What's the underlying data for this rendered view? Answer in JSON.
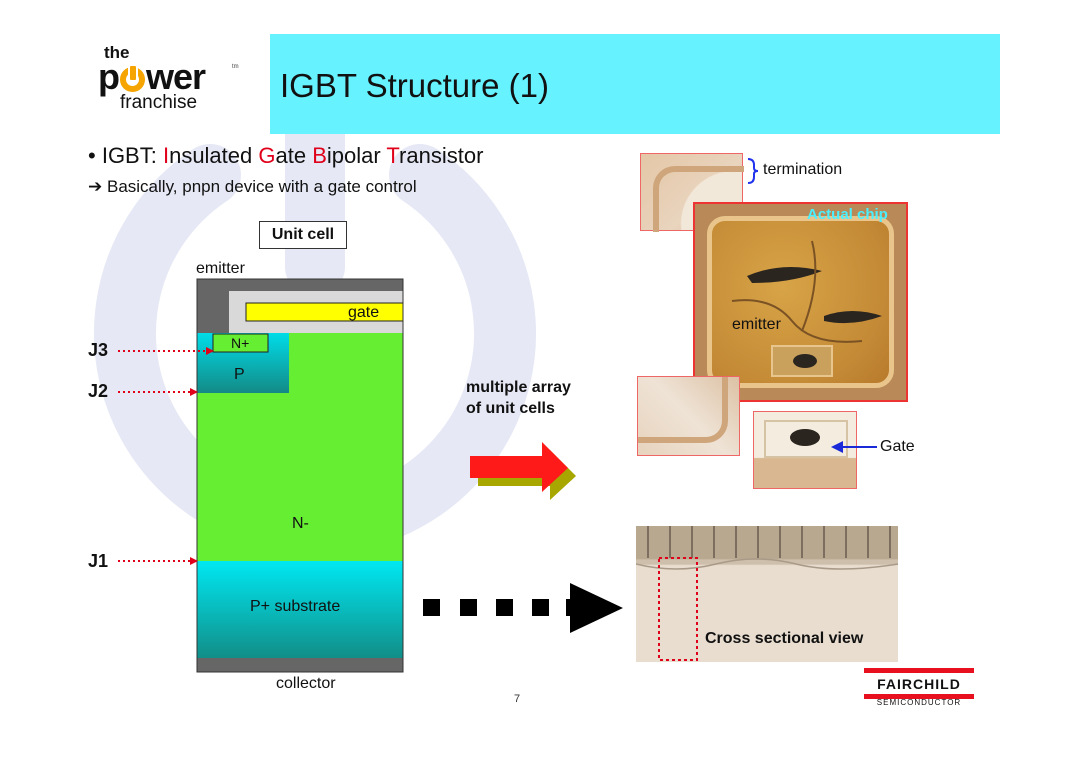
{
  "logo": {
    "the": "the",
    "power_prefix": "p",
    "power_suffix": "wer",
    "tm": "tm",
    "franchise": "franchise"
  },
  "title": "IGBT Structure (1)",
  "bullet1": {
    "marker": "•",
    "prefix": "IGBT: ",
    "parts": [
      {
        "initial": "I",
        "rest": "nsulated "
      },
      {
        "initial": "G",
        "rest": "ate "
      },
      {
        "initial": "B",
        "rest": "ipolar "
      },
      {
        "initial": "T",
        "rest": "ransistor"
      }
    ]
  },
  "bullet2": {
    "arrow": "➔",
    "text": "Basically, pnpn device with a gate control"
  },
  "cell": {
    "unit_cell": "Unit cell",
    "emitter": "emitter",
    "gate": "gate",
    "n_plus": "N+",
    "p": "P",
    "n_minus": "N-",
    "p_substrate": "P+ substrate",
    "collector": "collector",
    "junctions": [
      "J3",
      "J2",
      "J1"
    ]
  },
  "arrow_label": {
    "line1": "multiple array",
    "line2": "of unit cells"
  },
  "photos": {
    "termination": "termination",
    "actual_chip": "Actual chip",
    "emitter": "emitter",
    "gate": "Gate",
    "cross_section": "Cross sectional view"
  },
  "page_number": "7",
  "fairchild": {
    "name": "FAIRCHILD",
    "sub": "SEMICONDUCTOR"
  },
  "colors": {
    "banner": "#66f2ff",
    "n_minus": "#66ee33",
    "p_region": "#1a9a99",
    "substrate_top": "#00e6f0",
    "gate": "#ffff00",
    "big_arrow": "#ff1a1a",
    "fairchild_red": "#e8101e"
  }
}
